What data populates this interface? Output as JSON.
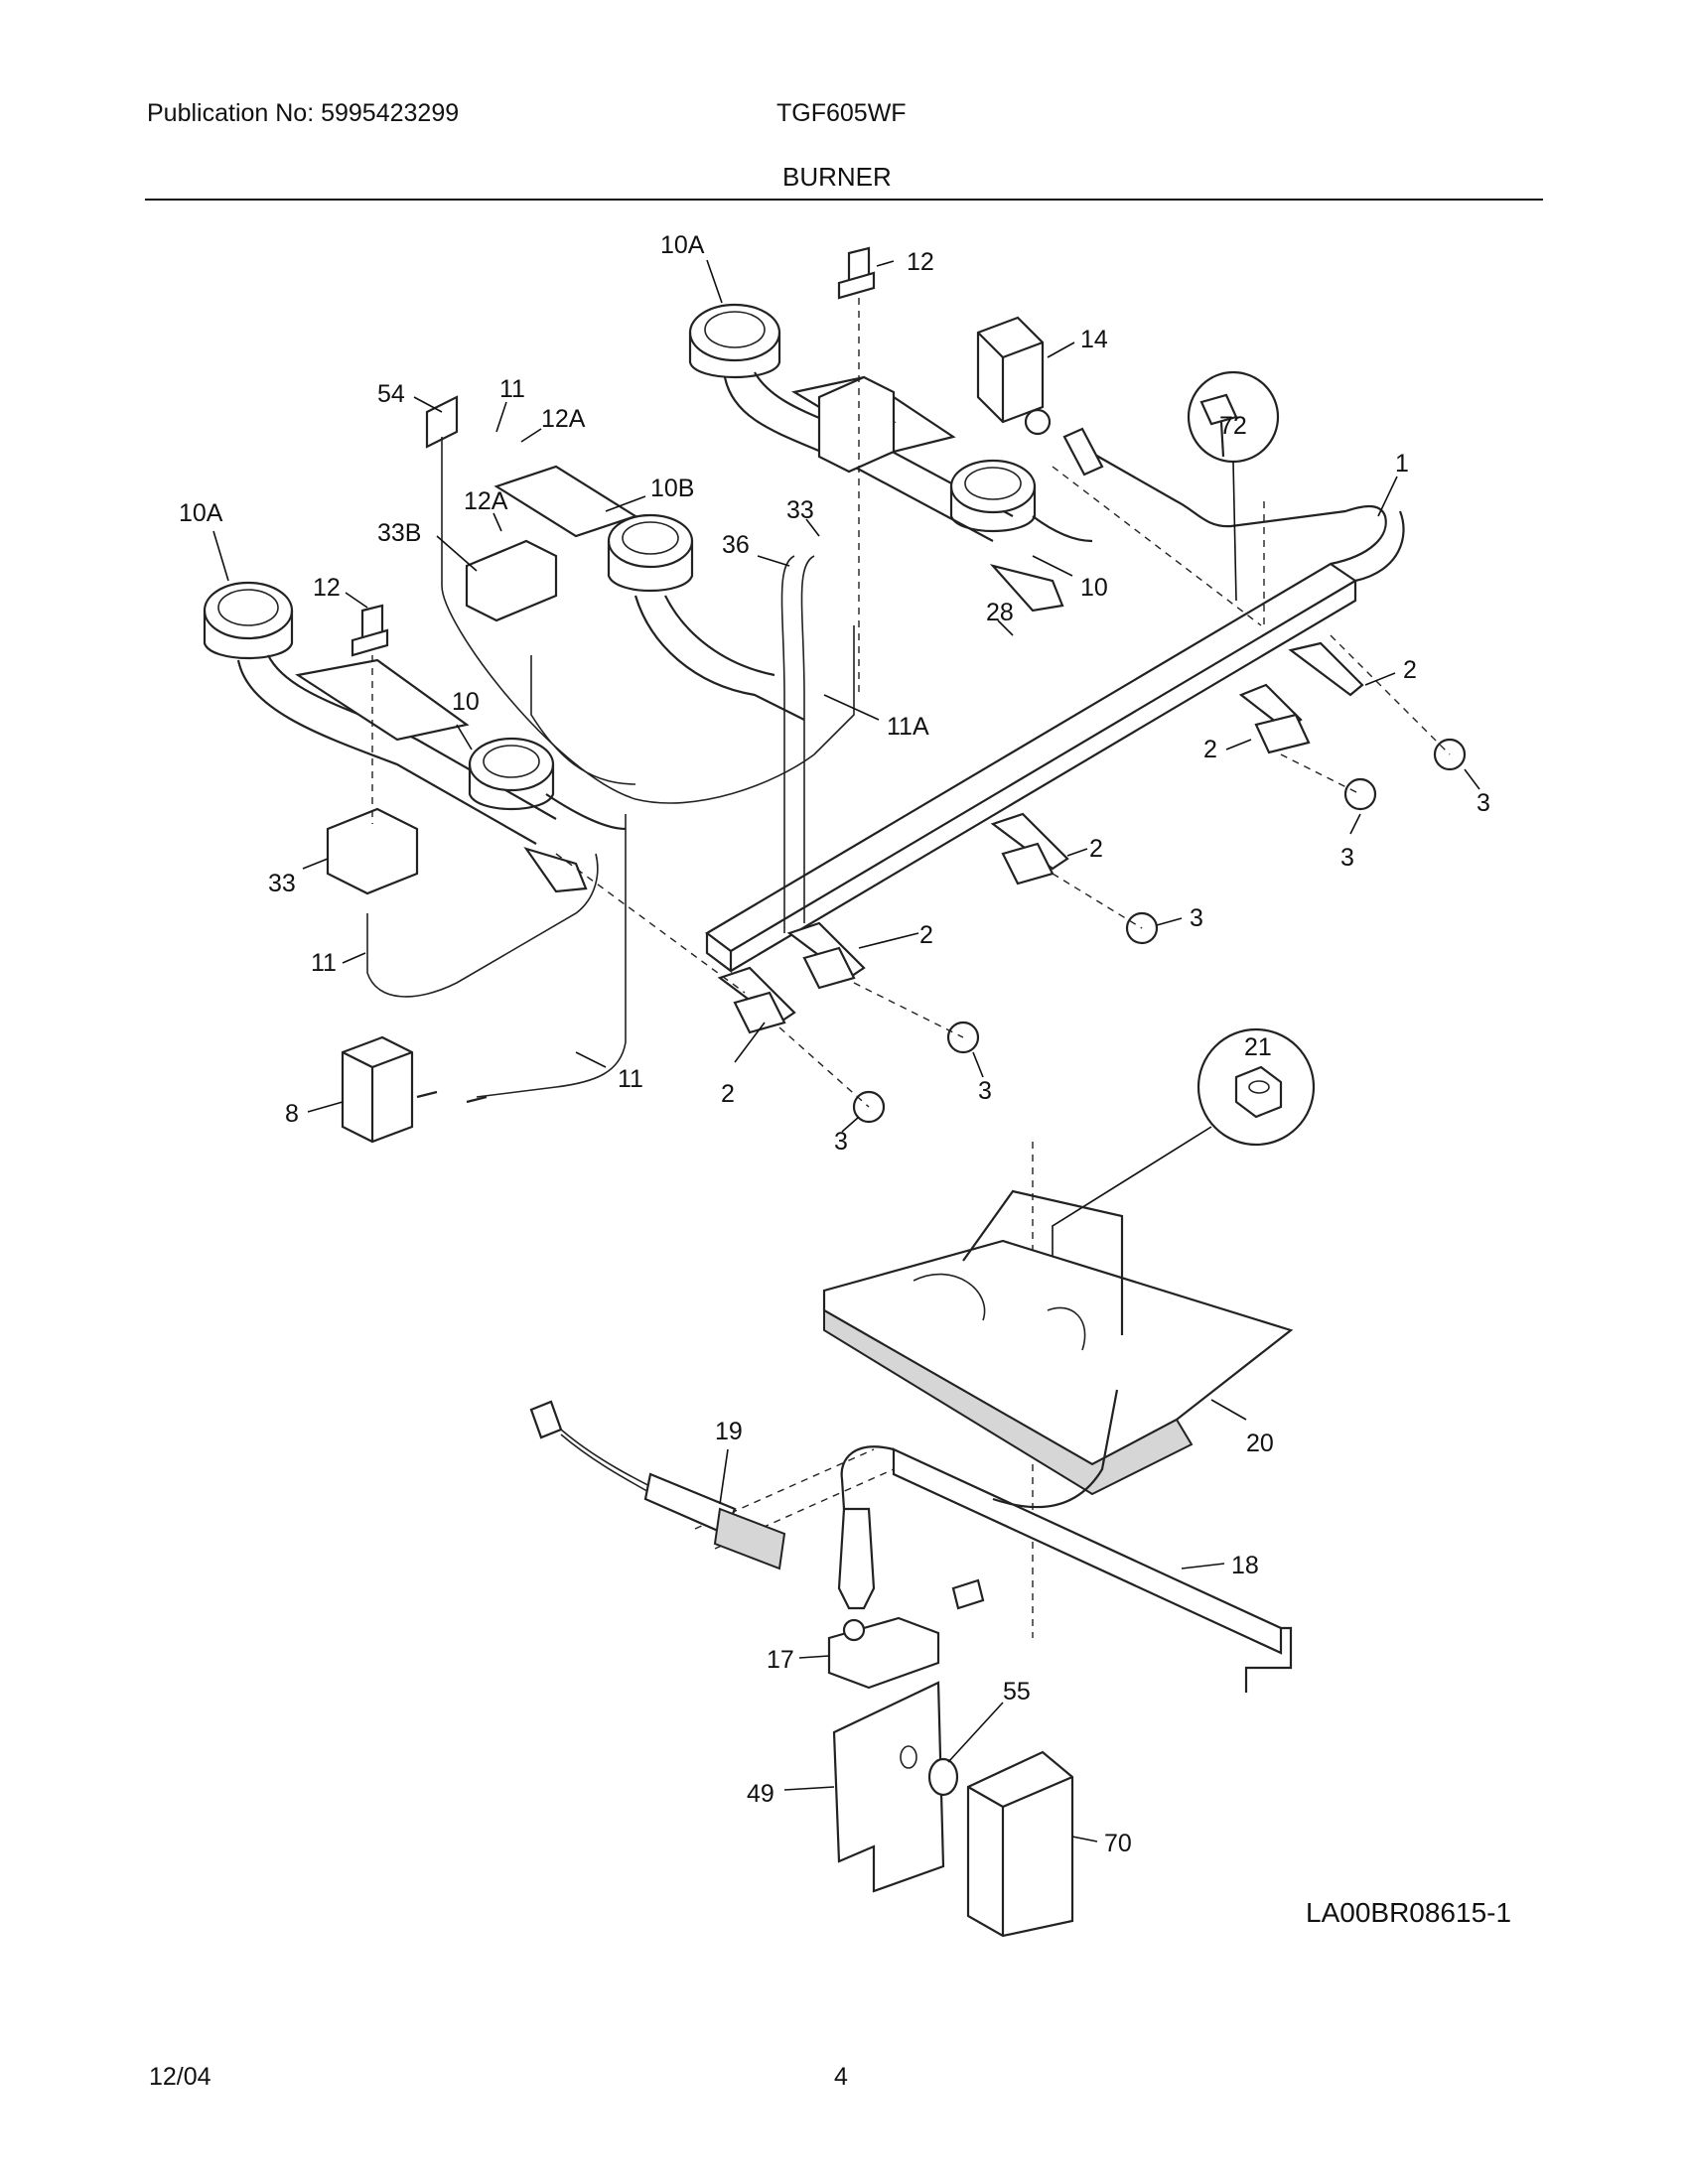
{
  "header": {
    "publication": "Publication No: 5995423299",
    "model": "TGF605WF",
    "section": "BURNER"
  },
  "footer": {
    "date": "12/04",
    "page": "4"
  },
  "diagram_code": "LA00BR08615-1",
  "callouts": {
    "c_10A_top": "10A",
    "c_12_top": "12",
    "c_14": "14",
    "c_72": "72",
    "c_1": "1",
    "c_54": "54",
    "c_11_top": "11",
    "c_12A_a": "12A",
    "c_10B": "10B",
    "c_12A_b": "12A",
    "c_33B": "33B",
    "c_10A_left": "10A",
    "c_33_mid": "33",
    "c_36": "36",
    "c_10_right": "10",
    "c_28": "28",
    "c_2_r1": "2",
    "c_12_left": "12",
    "c_11A": "11A",
    "c_2_r2": "2",
    "c_3_r1": "3",
    "c_3_r2": "3",
    "c_10_left": "10",
    "c_2_mid": "2",
    "c_33_left": "33",
    "c_3_mid": "3",
    "c_2_low": "2",
    "c_11_left": "11",
    "c_2_lowleft": "2",
    "c_3_low": "3",
    "c_8": "8",
    "c_11_bottom": "11",
    "c_3_bottom": "3",
    "c_21": "21",
    "c_20": "20",
    "c_19": "19",
    "c_18": "18",
    "c_17": "17",
    "c_55": "55",
    "c_49": "49",
    "c_70": "70"
  }
}
